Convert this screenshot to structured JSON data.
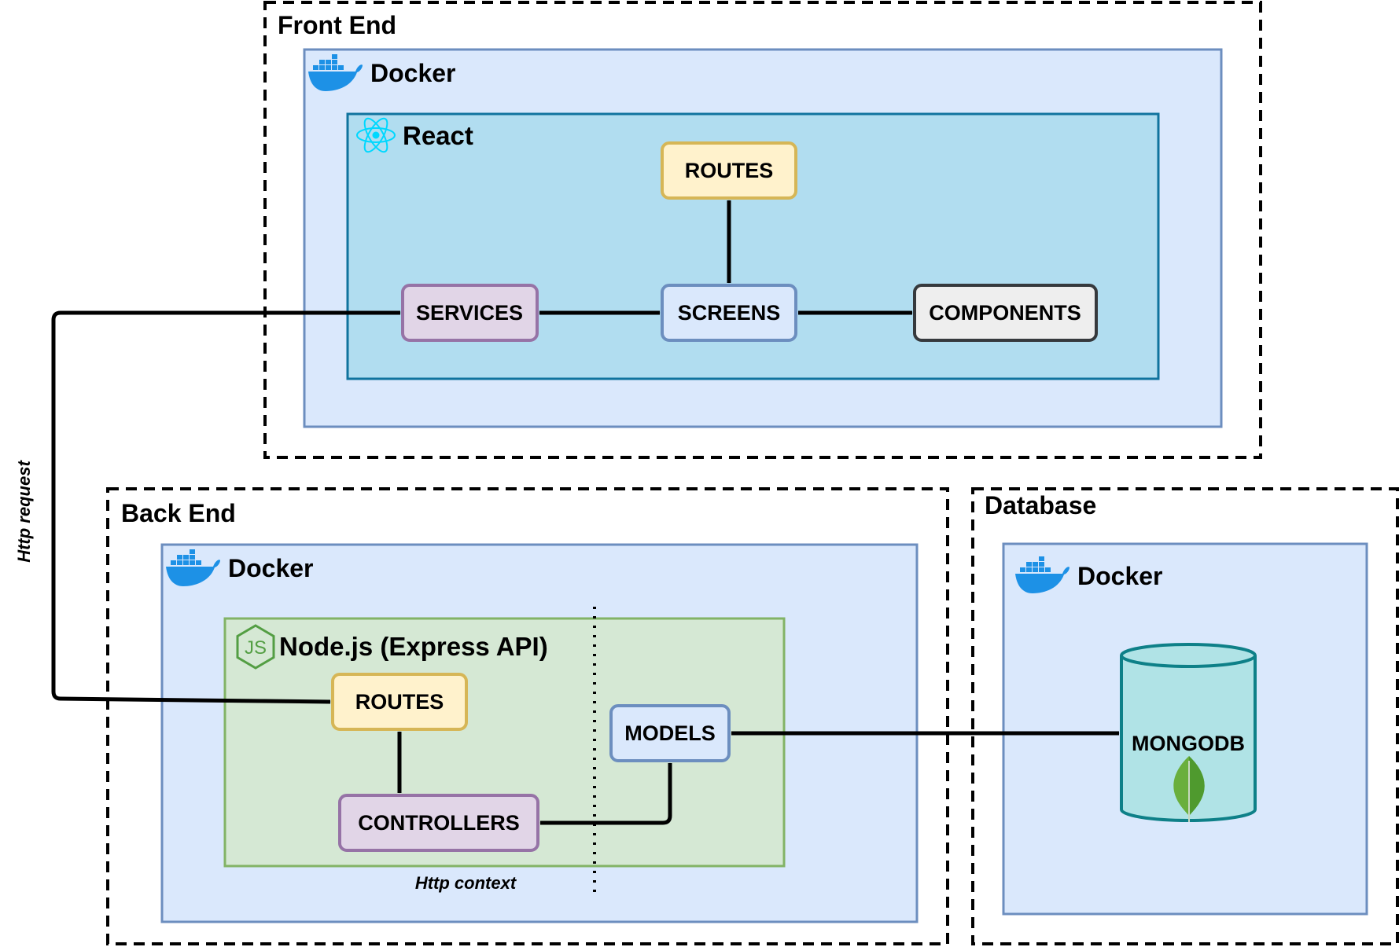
{
  "diagram": {
    "groups": {
      "frontend": "Front End",
      "backend": "Back End",
      "database": "Database"
    },
    "containers": {
      "frontend_docker": "Docker",
      "backend_docker": "Docker",
      "database_docker": "Docker"
    },
    "frameworks": {
      "react": "React",
      "node": "Node.js (Express API)"
    },
    "nodes": {
      "fe_routes": "ROUTES",
      "fe_services": "SERVICES",
      "fe_screens": "SCREENS",
      "fe_components": "COMPONENTS",
      "be_routes": "ROUTES",
      "be_controllers": "CONTROLLERS",
      "be_models": "MODELS",
      "mongodb": "MONGODB"
    },
    "annotations": {
      "http_request": "Http request",
      "http_context": "Http context"
    },
    "colors": {
      "docker_fill": "#dae8fc",
      "docker_stroke": "#6c8ebf",
      "react_fill": "#b1ddf0",
      "react_stroke": "#10739e",
      "node_fill": "#d5e8d4",
      "node_stroke": "#82b366",
      "routes_fill": "#fff2cc",
      "routes_stroke": "#d6b656",
      "services_fill": "#e1d5e7",
      "services_stroke": "#9673a6",
      "screens_fill": "#dae8fc",
      "components_fill": "#eeeeee",
      "mongodb_fill": "#b0e3e6",
      "mongodb_stroke": "#0e8088",
      "docker_icon": "#1d91e6",
      "react_icon": "#00d8ff",
      "node_icon": "#539e43",
      "leaf_icon": "#6aaf3d"
    },
    "icons": [
      "docker-icon",
      "react-icon",
      "nodejs-icon",
      "mongodb-leaf-icon"
    ]
  }
}
